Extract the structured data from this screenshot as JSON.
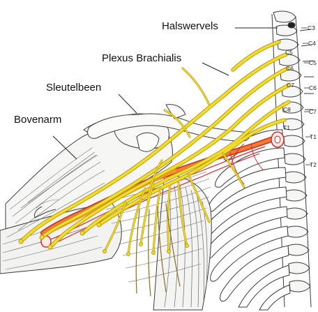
{
  "labels": {
    "cervical_vertebrae": "Halswervels",
    "brachial_plexus": "Plexus Brachialis",
    "collarbone": "Sleutelbeen",
    "upper_arm": "Bovenarm"
  },
  "vertebra_labels": [
    "C3",
    "C4",
    "C5",
    "C6",
    "C7",
    "T1",
    "T2"
  ],
  "nerve_root_labels": [
    "C5",
    "C6",
    "C7",
    "C8",
    "T1"
  ],
  "colors": {
    "nerve": "#f2dc2e",
    "nerve_outline": "#b89a10",
    "artery": "#e5461e",
    "vein": "#d9282c",
    "bone_line": "#3a3a3a",
    "muscle_line": "#6a6a6a"
  }
}
